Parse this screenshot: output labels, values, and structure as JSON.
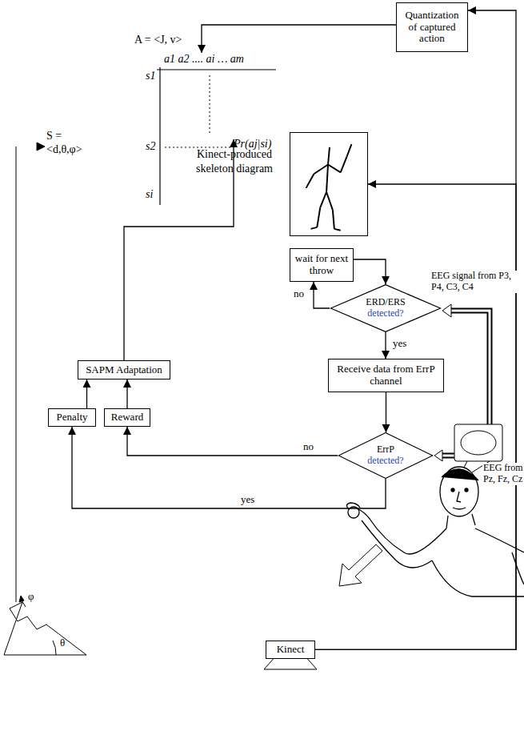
{
  "diagram": {
    "nodes": [
      {
        "text": [
          "Quantization of captured action"
        ]
      },
      {
        "text": [
          "A = <J, v>",
          "a1 a2 .... ai … am",
          "s1",
          "s2",
          "si",
          "S = <d,θ,φ>"
        ]
      },
      {
        "text": [
          "Pr(aj|si)"
        ],
        "in": 1
      },
      {
        "text": [
          "Kinect-produced skeleton diagram"
        ]
      },
      {
        "text": [
          "wait for next throw"
        ]
      },
      {
        "text": [
          "ERD/ERS",
          "detected?"
        ]
      },
      {
        "text": [
          "Receive data from ErrP channel"
        ]
      },
      {
        "text": [
          "ErrP",
          "detected?"
        ]
      },
      {
        "text": [
          "SAPM Adaptation"
        ]
      },
      {
        "text": [
          "Penalty"
        ]
      },
      {
        "text": [
          "Reward"
        ]
      },
      {
        "text": [
          "Kinect"
        ]
      }
    ],
    "edges": [
      {
        "from": 11,
        "to": 0,
        "arrow": "to"
      },
      {
        "from": 11,
        "to": 3,
        "arrow": "to"
      },
      {
        "from": 0,
        "to": 1,
        "arrow": "to"
      },
      {
        "from": 4,
        "to": 5,
        "arrow": "to"
      },
      {
        "from": 5,
        "to": 4,
        "label": "no",
        "arrow": "to"
      },
      {
        "from": 5,
        "to": 6,
        "label": "yes",
        "arrow": "to"
      },
      {
        "from": 6,
        "to": 7,
        "arrow": "to"
      },
      {
        "from": 7,
        "to": 10,
        "label": "no",
        "arrow": "to"
      },
      {
        "from": 7,
        "to": 9,
        "label": "yes",
        "arrow": "to"
      },
      {
        "from": 9,
        "to": 8,
        "arrow": "to"
      },
      {
        "from": 10,
        "to": 8,
        "arrow": "to"
      },
      {
        "from": 8,
        "to": 2,
        "arrow": "to"
      }
    ],
    "labels": [
      "EEG signal from P3, P4, C3, C4",
      "EEG from Pz, Fz, Cz",
      "φ",
      "θ"
    ]
  }
}
